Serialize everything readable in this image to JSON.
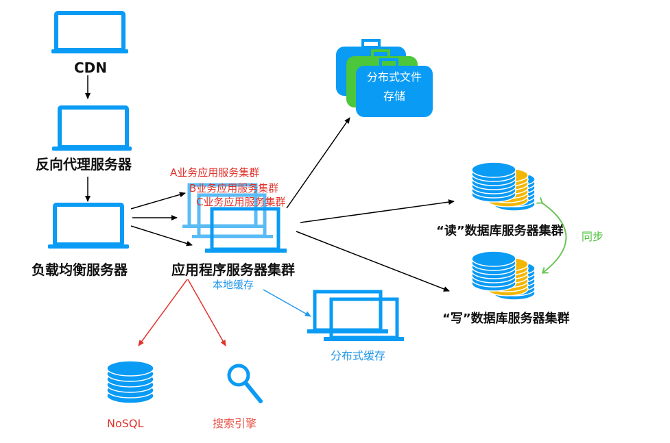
{
  "nodes": {
    "cdn": {
      "label": "CDN",
      "icon": "laptop-icon"
    },
    "reverse_proxy": {
      "label": "反向代理服务器",
      "icon": "laptop-icon"
    },
    "load_balancer": {
      "label": "负载均衡服务器",
      "icon": "laptop-icon"
    },
    "app_cluster": {
      "label": "应用程序服务器集群",
      "icon": "laptop-stack-icon",
      "sub_clusters": [
        "A业务应用服务集群",
        "B业务应用服务集群",
        "C业务应用服务集群"
      ]
    },
    "distributed_file_storage": {
      "label_line1": "分布式文件",
      "label_line2": "存储",
      "icon": "briefcase-stack-icon"
    },
    "read_db_cluster": {
      "label": "“读”数据库服务器集群",
      "icon": "database-stack-icon"
    },
    "write_db_cluster": {
      "label": "“写”数据库服务器集群",
      "icon": "database-stack-icon"
    },
    "distributed_cache": {
      "label": "分布式缓存",
      "icon": "laptop-stack-icon"
    },
    "local_cache": {
      "label": "本地缓存"
    },
    "nosql": {
      "label": "NoSQL",
      "icon": "database-icon"
    },
    "search_engine": {
      "label": "搜索引擎",
      "icon": "search-icon"
    }
  },
  "edges": [
    {
      "from": "CDN",
      "to": "反向代理服务器",
      "color": "#000000"
    },
    {
      "from": "反向代理服务器",
      "to": "负载均衡服务器",
      "color": "#000000"
    },
    {
      "from": "负载均衡服务器",
      "to": "A业务应用服务集群",
      "color": "#000000"
    },
    {
      "from": "负载均衡服务器",
      "to": "B业务应用服务集群",
      "color": "#000000"
    },
    {
      "from": "负载均衡服务器",
      "to": "C业务应用服务集群",
      "color": "#000000"
    },
    {
      "from": "应用程序服务器集群",
      "to": "分布式文件存储",
      "color": "#000000"
    },
    {
      "from": "应用程序服务器集群",
      "to": "“读”数据库服务器集群",
      "color": "#000000"
    },
    {
      "from": "应用程序服务器集群",
      "to": "“写”数据库服务器集群",
      "color": "#000000"
    },
    {
      "from": "应用程序服务器集群",
      "to": "NoSQL",
      "color": "#e0322b"
    },
    {
      "from": "应用程序服务器集群",
      "to": "搜索引擎",
      "color": "#e0322b"
    },
    {
      "from": "本地缓存",
      "to": "分布式缓存",
      "color": "#2196e8"
    },
    {
      "from": "“读”数据库服务器集群",
      "to": "“写”数据库服务器集群",
      "color": "#4cbf3a",
      "label": "同步",
      "bidirectional": true
    }
  ],
  "colors": {
    "primary_blue": "#0a9bf5",
    "light_blue": "#5bbcf5",
    "green": "#4cc63b",
    "gold": "#f2b705",
    "red": "#e0322b",
    "sync_green": "#6cc45a"
  }
}
